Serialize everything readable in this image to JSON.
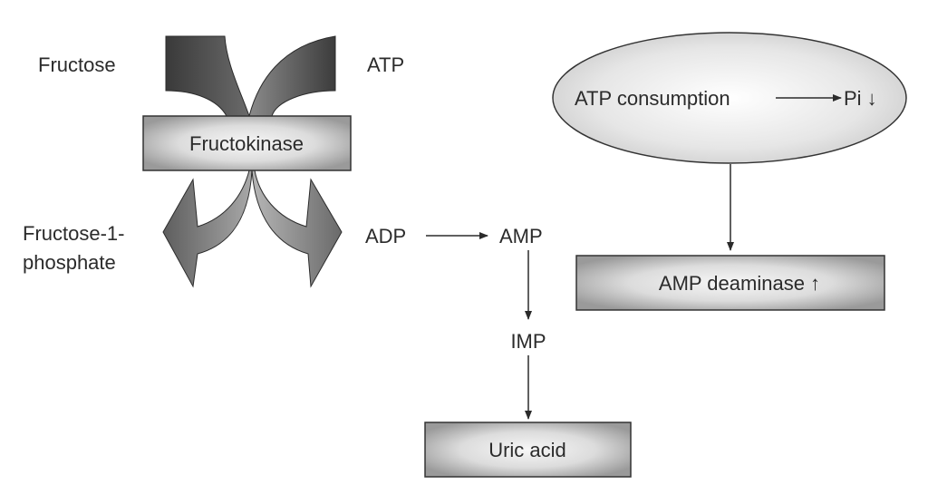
{
  "diagram": {
    "title": "Fructose metabolism and uric acid production",
    "labels": {
      "fructose": "Fructose",
      "atp": "ATP",
      "fructose_1_phosphate_line1": "Fructose-1-",
      "fructose_1_phosphate_line2": "phosphate",
      "adp": "ADP",
      "amp": "AMP",
      "imp": "IMP"
    },
    "boxes": {
      "fructokinase": "Fructokinase",
      "amp_deaminase": "AMP deaminase ↑",
      "uric_acid": "Uric acid"
    },
    "ellipse": {
      "atp_consumption": "ATP consumption",
      "pi": "Pi ↓"
    },
    "edges": [
      {
        "from": "Fructose",
        "to": "Fructose-1-phosphate",
        "via": "Fructokinase"
      },
      {
        "from": "ATP",
        "to": "ADP",
        "via": "Fructokinase"
      },
      {
        "from": "ADP",
        "to": "AMP"
      },
      {
        "from": "AMP",
        "to": "IMP"
      },
      {
        "from": "IMP",
        "to": "Uric acid"
      },
      {
        "from": "ATP consumption",
        "to": "Pi"
      },
      {
        "from": "ATP consumption",
        "to": "AMP deaminase"
      }
    ],
    "colors": {
      "arrow_dark": "#4a4a4a",
      "arrow_mid": "#7a7a7a",
      "box_fill_center": "#f2f2f2",
      "box_fill_edge": "#9e9e9e",
      "ellipse_fill": "#e4e4e4",
      "stroke": "#333333"
    }
  }
}
